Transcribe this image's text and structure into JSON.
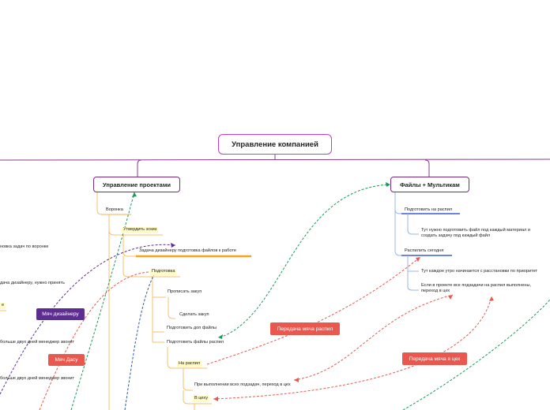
{
  "root": "Управление компанией",
  "branches": {
    "projects": "Управление проектами",
    "files": "Файлы + Мультикам"
  },
  "projects": {
    "funnel": "Воронка",
    "approve_sketch": "Утвердить эскиз",
    "designer_task": "Задача дизайнеру подготовка файлов к работе",
    "prep": "Подготовка",
    "write_purchase": "Прописать закуп",
    "do_purchase": "Сделать закуп",
    "prep_extra_files": "Подготовить доп файлы",
    "prep_cut_files": "Подготовить файлы распил",
    "to_cut": "На распил",
    "all_subtasks_done": "При выполнении всех подзадач, переход в цех",
    "to_shop": "В цеху"
  },
  "files": {
    "prepare_cut": "Подготовить на распил",
    "prepare_cut_note_1": "Тут нужно подготовить файл под каждый материал и",
    "prepare_cut_note_2": "создать задачу под каждый файл",
    "cut_today": "Распилить сегодня",
    "cut_today_note": "Тут каждое утро начинается с расстановки по приоритет",
    "cut_done_note_1": "Если в проекте все подзадачи на распил выполнены,",
    "cut_done_note_2": "переход в цех"
  },
  "left_partial": {
    "t1": "новка задач по воронке",
    "t2": "дача дизайнеру, нужно принять",
    "t3": "е",
    "t4": " больше двух дней менеджер звонит",
    "t5": " больше двух дней менеджер звонит"
  },
  "chips": {
    "ball_designer": "Мяч дизайнеру",
    "ball_vasya": "Мяч Дасу",
    "pass_ball_cut": "Передача мяча распил",
    "pass_ball_shop": "Передача мяча в цех"
  },
  "colors": {
    "root_border": "#c33fc3",
    "branch_border": "#7a2a7a",
    "orange_branch": "#f5c06a",
    "highlight": "#fffbc8",
    "blue_branch": "#3b5bdb",
    "green_dashed": "#1a9a5a",
    "red_dashed": "#e8584e",
    "purple_dashed": "#5e2d91",
    "navy_dashed": "#2c5aa0"
  }
}
